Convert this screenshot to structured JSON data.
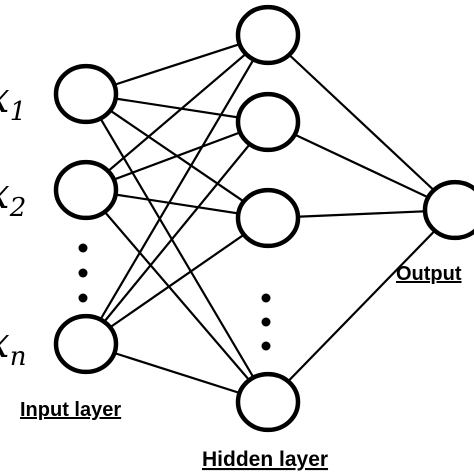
{
  "inputs": [
    {
      "symbol": "x",
      "subscript": "1"
    },
    {
      "symbol": "x",
      "subscript": "2"
    },
    {
      "symbol": "x",
      "subscript": "n"
    }
  ],
  "labels": {
    "input_layer": "Input layer",
    "hidden_layer": "Hidden layer",
    "output_layer": "Output"
  },
  "network": {
    "input_nodes_drawn": 3,
    "hidden_nodes_drawn": 4,
    "output_nodes": 1,
    "ellipsis_between": [
      "input",
      "hidden"
    ]
  },
  "colors": {
    "stroke": "#000000",
    "fill": "#ffffff"
  }
}
